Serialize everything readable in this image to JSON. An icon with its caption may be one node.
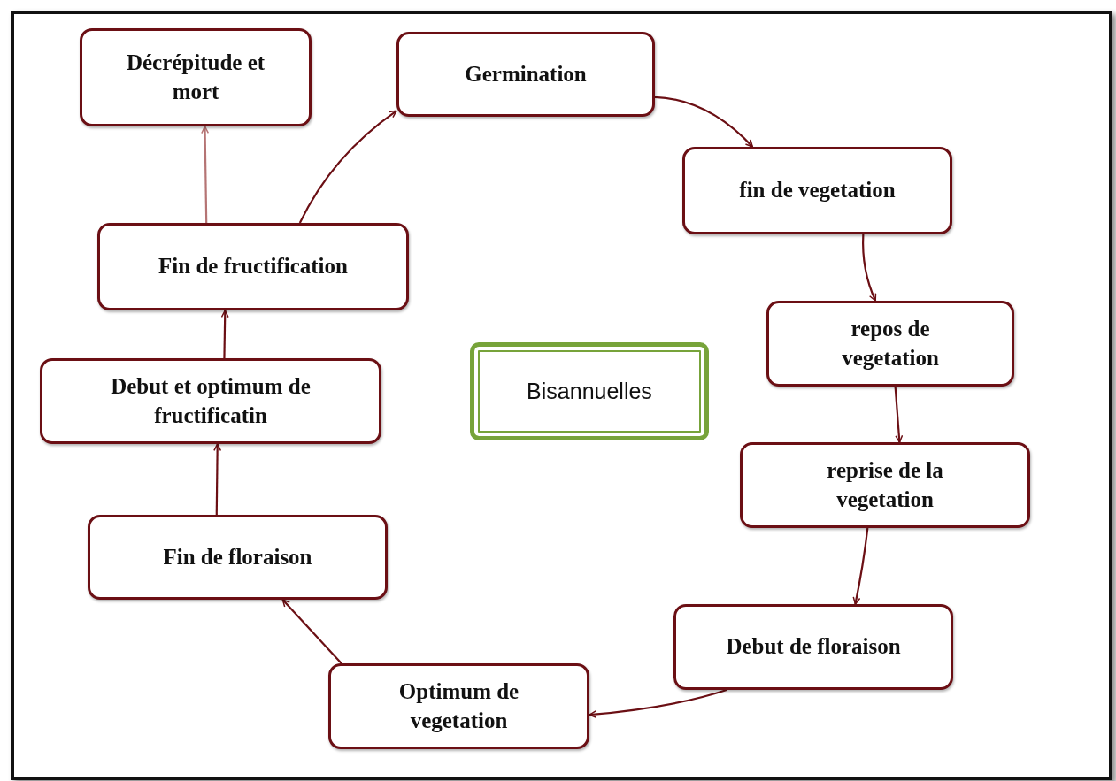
{
  "diagram": {
    "nodes": [
      {
        "text": [
          "Décrépitude et mort"
        ]
      },
      {
        "text": [
          "Germination"
        ]
      },
      {
        "text": [
          "fin de vegetation"
        ]
      },
      {
        "text": [
          "repos de vegetation"
        ]
      },
      {
        "text": [
          "reprise de la vegetation"
        ]
      },
      {
        "text": [
          "Debut de floraison"
        ]
      },
      {
        "text": [
          "Optimum de vegetation"
        ]
      },
      {
        "text": [
          "Fin de floraison"
        ]
      },
      {
        "text": [
          "Debut et optimum de fructificatin"
        ]
      },
      {
        "text": [
          "Fin de fructification"
        ]
      },
      {
        "text": [
          "Bisannuelles"
        ]
      }
    ],
    "edges": [
      {
        "from": 1,
        "to": 2,
        "arrow": "to"
      },
      {
        "from": 2,
        "to": 3,
        "arrow": "to"
      },
      {
        "from": 3,
        "to": 4,
        "arrow": "to"
      },
      {
        "from": 4,
        "to": 5,
        "arrow": "to"
      },
      {
        "from": 5,
        "to": 6,
        "arrow": "to"
      },
      {
        "from": 6,
        "to": 7,
        "arrow": "to"
      },
      {
        "from": 7,
        "to": 8,
        "arrow": "to"
      },
      {
        "from": 8,
        "to": 9,
        "arrow": "to"
      },
      {
        "from": 9,
        "to": 0,
        "arrow": "to",
        "color": "#b57474"
      },
      {
        "from": 9,
        "to": 1,
        "arrow": "to"
      }
    ]
  }
}
